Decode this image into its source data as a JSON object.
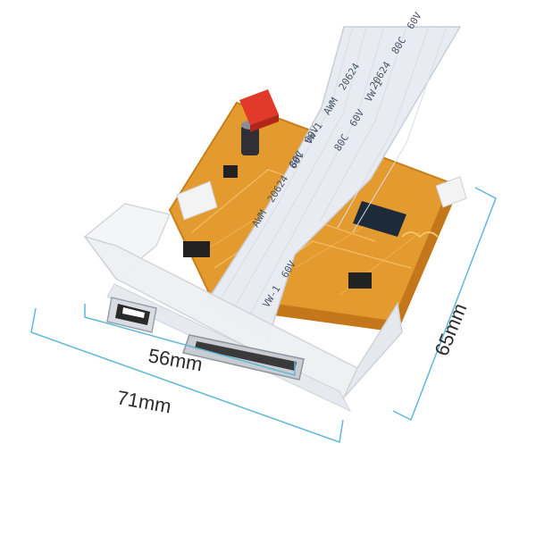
{
  "dimensions": {
    "inner_width": "56mm",
    "outer_width": "71mm",
    "depth": "65mm"
  },
  "cable_print": {
    "segment_1": "AWM",
    "segment_2": "20624",
    "segment_3": "80C",
    "segment_4": "60V",
    "segment_5": "VW-1"
  },
  "colors": {
    "pcb": "#e39a2e",
    "dimension_line": "#5fb8d8",
    "bracket": "#eef0f2",
    "cable": "#e8ecf2",
    "connector_red": "#e23a2a"
  }
}
